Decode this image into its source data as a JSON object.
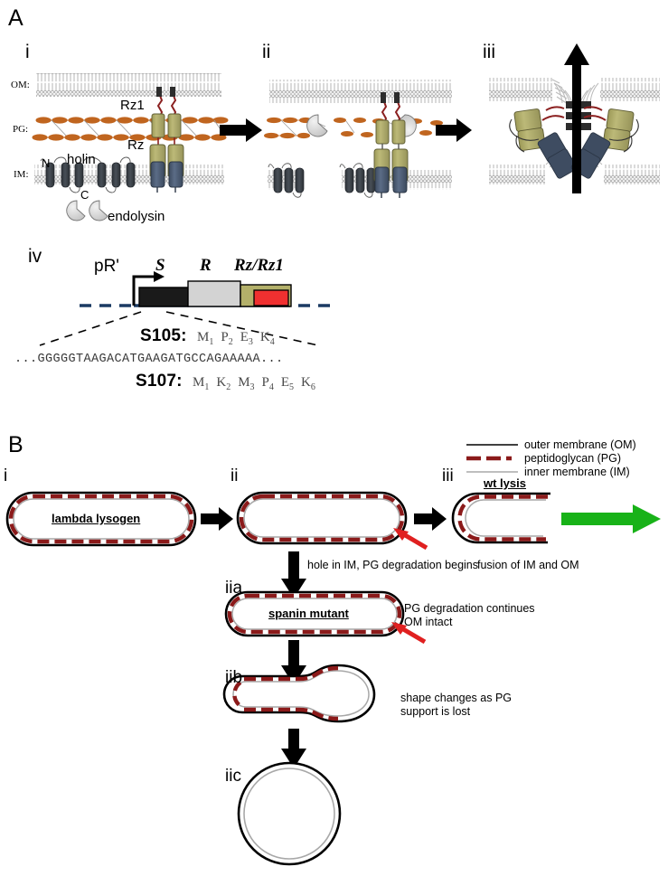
{
  "figure": {
    "panels": [
      "A",
      "B"
    ]
  },
  "panelA": {
    "letter": "A",
    "sub_i": "i",
    "sub_ii": "ii",
    "sub_iii": "iii",
    "sub_iv": "iv",
    "membrane_labels": {
      "om": "OM:",
      "pg": "PG:",
      "im": "IM:"
    },
    "protein_labels": {
      "rz1": "Rz1",
      "rz": "Rz",
      "holin": "holin",
      "endolysin": "endolysin",
      "n_terminus": "N",
      "c_terminus": "C"
    },
    "gene_map": {
      "promoter": "pR'",
      "gene_s": "S",
      "gene_r": "R",
      "gene_rz": "Rz/Rz1"
    },
    "sequence": {
      "s105_label": "S105:",
      "s105_residues": [
        {
          "aa": "M",
          "n": "1"
        },
        {
          "aa": "P",
          "n": "2"
        },
        {
          "aa": "E",
          "n": "3"
        },
        {
          "aa": "K",
          "n": "4"
        }
      ],
      "dna": "...GGGGGTAAGACATGAAGATGCCAGAAAAA...",
      "s107_label": "S107:",
      "s107_residues": [
        {
          "aa": "M",
          "n": "1"
        },
        {
          "aa": "K",
          "n": "2"
        },
        {
          "aa": "M",
          "n": "3"
        },
        {
          "aa": "P",
          "n": "4"
        },
        {
          "aa": "E",
          "n": "5"
        },
        {
          "aa": "K",
          "n": "6"
        }
      ]
    }
  },
  "panelB": {
    "letter": "B",
    "legend": [
      {
        "key": "outer-membrane",
        "label": "outer membrane (OM)",
        "color": "#000000",
        "style": "solid-black"
      },
      {
        "key": "peptidoglycan",
        "label": "peptidoglycan (PG)",
        "color": "#8B1A1A",
        "style": "dashed-red"
      },
      {
        "key": "inner-membrane",
        "label": "inner membrane (IM)",
        "color": "#999999",
        "style": "solid-gray"
      }
    ],
    "steps": {
      "i": "i",
      "ii": "ii",
      "iii": "iii",
      "iia": "iia",
      "iib": "iib",
      "iic": "iic"
    },
    "cell_labels": {
      "lysogen": "lambda lysogen",
      "wt_lysis": "wt lysis",
      "spanin_mutant": "spanin mutant"
    },
    "annotations": {
      "hole_in_im": "hole in IM, PG degradation begins",
      "fusion": "fusion of IM and OM",
      "pg_continues_line1": "PG degradation continues",
      "pg_continues_line2": "OM intact",
      "shape_line1": "shape changes as PG",
      "shape_line2": "support is lost"
    }
  },
  "colors": {
    "pg_orange": "#C0651F",
    "rz_olive": "#B3B06A",
    "rz_olive_dark": "#8f8c4e",
    "rz1_red": "#8B2020",
    "tm_blue": "#4A5A72",
    "holin_dark": "#3A3F45",
    "endolysin_gray": "#CFCFCF",
    "membrane_gray": "#B8B8B8",
    "gene_black": "#1A1A1A",
    "gene_gray": "#D3D3D3",
    "gene_red": "#F03030",
    "pg_darkred": "#8B1A1A",
    "im_gray": "#9A9A9A",
    "green_arrow": "#18B218",
    "red_arrow": "#E02020",
    "dna_line": "#1B3A63"
  }
}
